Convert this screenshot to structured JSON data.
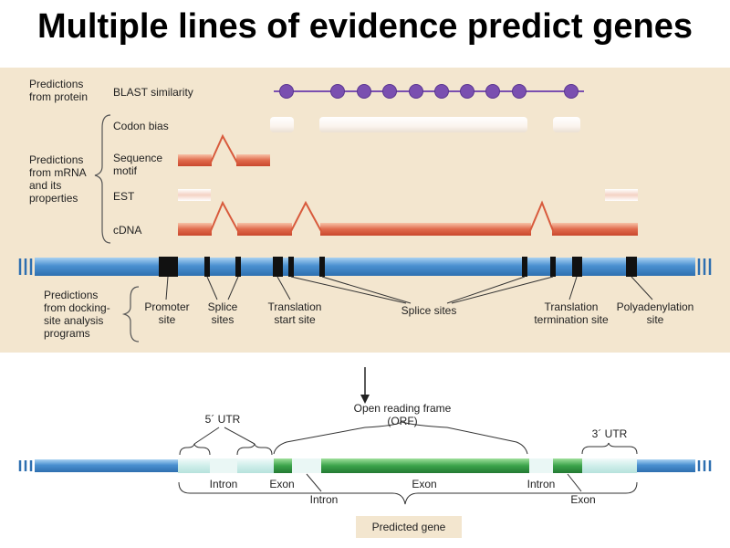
{
  "title": "Multiple lines of evidence predict genes",
  "sections": {
    "protein": "Predictions\nfrom protein",
    "mrna": "Predictions\nfrom mRNA\nand its\nproperties",
    "docking": "Predictions\nfrom docking-\nsite analysis\nprograms"
  },
  "tracks": {
    "blast": "BLAST similarity",
    "codon": "Codon bias",
    "motif": "Sequence\nmotif",
    "est": "EST",
    "cdna": "cDNA"
  },
  "sites": {
    "promoter": "Promoter\nsite",
    "splice1": "Splice\nsites",
    "start": "Translation\nstart site",
    "splice2": "Splice sites",
    "termination": "Translation\ntermination site",
    "polya": "Polyadenylation\nsite"
  },
  "gene": {
    "utr5": "5´ UTR",
    "orf": "Open reading frame\n(ORF)",
    "utr3": "3´ UTR",
    "intron1": "Intron",
    "exon1": "Exon",
    "intron2": "Intron",
    "exon2": "Exon",
    "intron3": "Intron",
    "exon3": "Exon",
    "predicted": "Predicted gene"
  },
  "colors": {
    "dna_blue": "#4a90d0",
    "exon_green": "#3aa34a",
    "utr_pale": "#d6f0ee",
    "cdna_red": "#e06a4c",
    "blast_purple": "#7a4fb0",
    "panel": "#f3e6cf"
  }
}
